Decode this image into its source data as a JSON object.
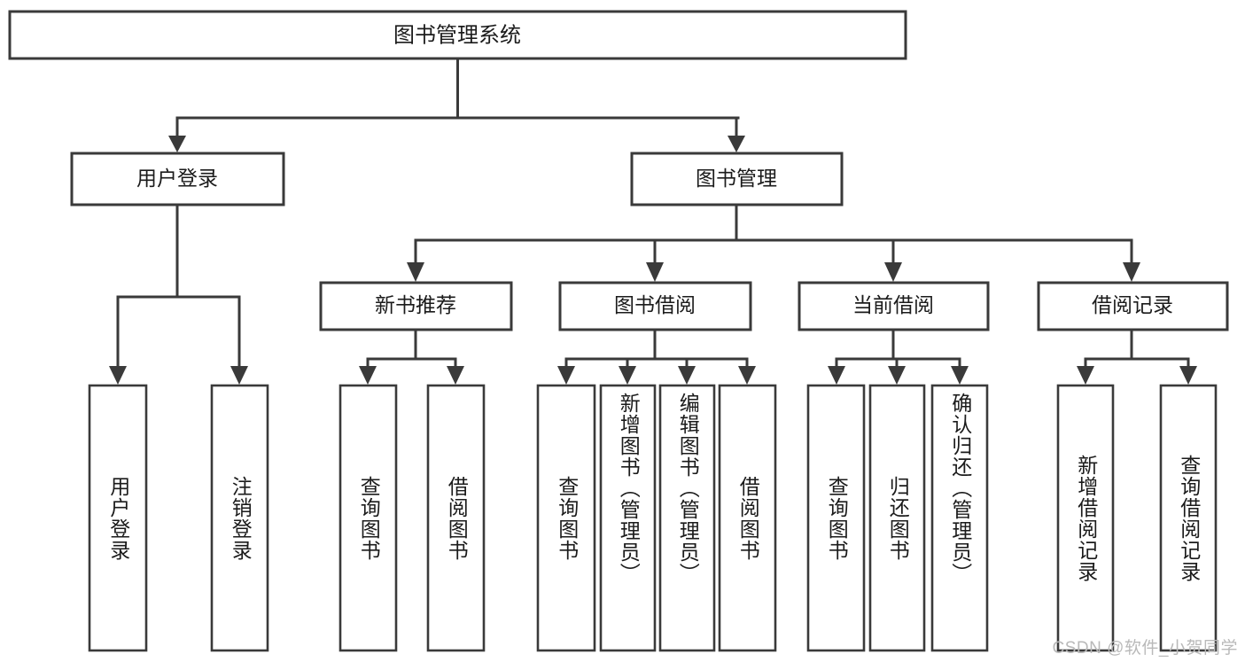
{
  "diagram": {
    "type": "tree-hierarchy-flowchart",
    "title": "图书管理系统",
    "orientation": "top-down",
    "colors": {
      "box_stroke": "#3a3a3a",
      "box_fill": "#ffffff",
      "edge": "#3a3a3a",
      "text": "#1b1b1b",
      "background": "#ffffff",
      "watermark": "#b9b9b9"
    },
    "root": {
      "id": "root",
      "label": "图书管理系统"
    },
    "level2": [
      {
        "id": "user-login",
        "label": "用户登录"
      },
      {
        "id": "book-manage",
        "label": "图书管理"
      }
    ],
    "level3": [
      {
        "id": "new-book-recommend",
        "label": "新书推荐",
        "parent": "book-manage"
      },
      {
        "id": "book-borrow",
        "label": "图书借阅",
        "parent": "book-manage"
      },
      {
        "id": "current-borrow",
        "label": "当前借阅",
        "parent": "book-manage"
      },
      {
        "id": "borrow-record",
        "label": "借阅记录",
        "parent": "book-manage"
      }
    ],
    "leaves": [
      {
        "id": "leaf-user-login",
        "label": "用户登录",
        "parent": "user-login"
      },
      {
        "id": "leaf-logout",
        "label": "注销登录",
        "parent": "user-login"
      },
      {
        "id": "leaf-query-book-1",
        "label": "查询图书",
        "parent": "new-book-recommend"
      },
      {
        "id": "leaf-borrow-book-1",
        "label": "借阅图书",
        "parent": "new-book-recommend"
      },
      {
        "id": "leaf-query-book-2",
        "label": "查询图书",
        "parent": "book-borrow"
      },
      {
        "id": "leaf-add-book",
        "label": "新增图书（管理员）",
        "parent": "book-borrow"
      },
      {
        "id": "leaf-edit-book",
        "label": "编辑图书（管理员）",
        "parent": "book-borrow"
      },
      {
        "id": "leaf-borrow-book-2",
        "label": "借阅图书",
        "parent": "book-borrow"
      },
      {
        "id": "leaf-query-book-3",
        "label": "查询图书",
        "parent": "current-borrow"
      },
      {
        "id": "leaf-return-book",
        "label": "归还图书",
        "parent": "current-borrow"
      },
      {
        "id": "leaf-confirm-return",
        "label": "确认归还（管理员）",
        "parent": "current-borrow"
      },
      {
        "id": "leaf-add-record",
        "label": "新增借阅记录",
        "parent": "borrow-record"
      },
      {
        "id": "leaf-query-record",
        "label": "查询借阅记录",
        "parent": "borrow-record"
      }
    ]
  },
  "watermark": {
    "text": "CSDN @软件_小贺同学"
  }
}
